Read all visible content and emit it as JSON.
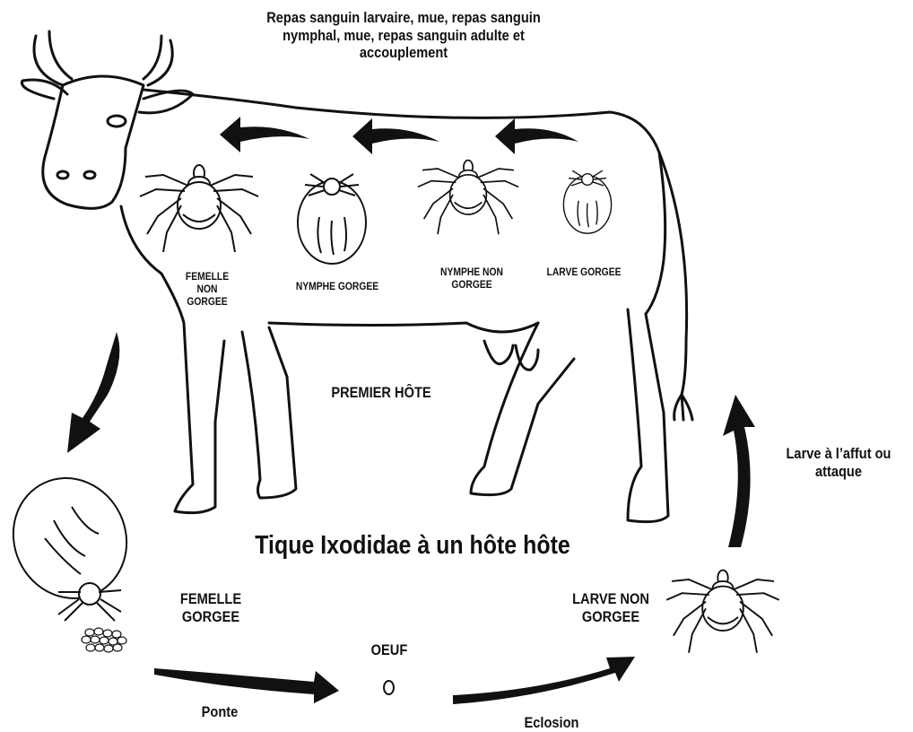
{
  "top_caption": {
    "line1": "Repas sanguin larvaire, mue, repas sanguin",
    "line2": "nymphal, mue, repas sanguin adulte et",
    "line3": "accouplement"
  },
  "title": "Tique Ixodidae à un hôte hôte",
  "host_label": "PREMIER HÔTE",
  "stages_on_host": {
    "femelle_non_gorgee": [
      "FEMELLE",
      "NON",
      "GORGEE"
    ],
    "nymphe_gorgee": "NYMPHE GORGEE",
    "nymphe_non_gorgee": [
      "NYMPHE NON",
      "GORGEE"
    ],
    "larve_gorgee": "LARVE GORGEE"
  },
  "ground_stages": {
    "femelle_gorgee": [
      "FEMELLE",
      "GORGEE"
    ],
    "oeuf": "OEUF",
    "larve_non_gorgee": [
      "LARVE NON",
      "GORGEE"
    ]
  },
  "transitions": {
    "ponte": "Ponte",
    "eclosion": "Eclosion",
    "larve_attaque": [
      "Larve à l’affut ou",
      "attaque"
    ]
  }
}
